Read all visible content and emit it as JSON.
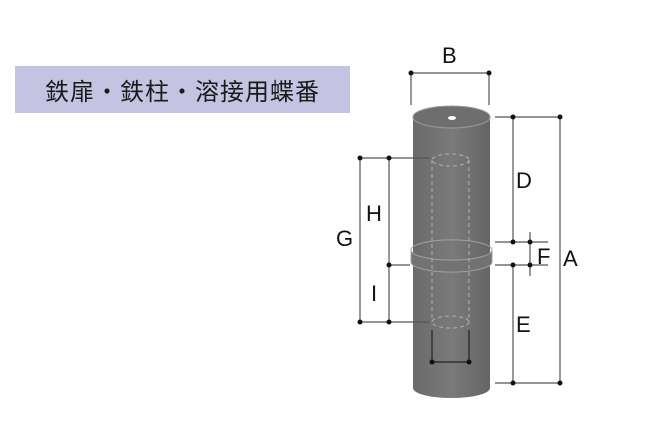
{
  "title": "鉄扉・鉄柱・溶接用蝶番",
  "labels": {
    "A": "A",
    "B": "B",
    "D": "D",
    "E": "E",
    "F": "F",
    "G": "G",
    "H": "H",
    "I": "I"
  },
  "colors": {
    "title_bg": "#c4c4e2",
    "cylinder": "#707070",
    "lines": "#3a3a3a"
  }
}
